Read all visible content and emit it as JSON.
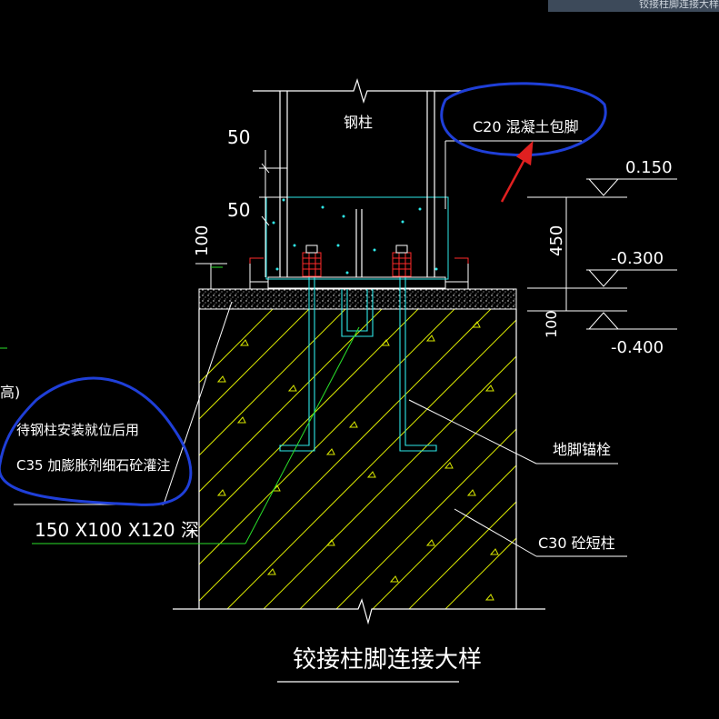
{
  "window": {
    "tab_label": "铰接柱脚连接大样"
  },
  "drawing": {
    "title": "铰接柱脚连接大样",
    "labels": {
      "steel_column": "钢柱",
      "c20_encasement": "C20  混凝土包脚",
      "grout_line1": "待钢柱安装就位后用",
      "grout_line2": "C35  加膨胀剂细石砼灌注",
      "pocket": "150 X100 X120 深",
      "anchor_bolt": "地脚锚栓",
      "short_column": "C30  砼短柱",
      "partial_left": "高)"
    },
    "dimensions": {
      "d50_top": "50",
      "d50_mid": "50",
      "d100_left": "100",
      "d450": "450",
      "d100_right": "100"
    },
    "elevations": {
      "top": "0.150",
      "mid": "-0.300",
      "bottom": "-0.400"
    }
  },
  "colors": {
    "background": "#000000",
    "cad_white": "#ffffff",
    "hatch": "#d8e600",
    "rebar_red": "#ff2a2a",
    "cyan": "#2ee8e8",
    "green": "#2adf2a",
    "markup_blue": "#1f3fd8",
    "arrow_red": "#e02020"
  },
  "icons": [
    "break-symbol",
    "elevation-marker",
    "markup-ellipse",
    "markup-arrow"
  ]
}
